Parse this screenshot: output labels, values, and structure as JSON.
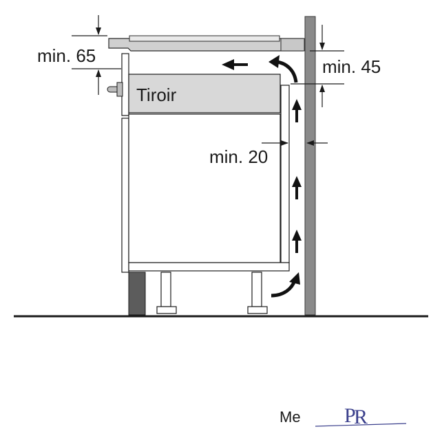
{
  "labels": {
    "min_top": "min. 65",
    "min_right": "min. 45",
    "min_gap": "min. 20",
    "drawer": "Tiroir"
  },
  "logo_text": "Me",
  "colors": {
    "line": "#1a1a1a",
    "panel_grey": "#d8d8d8",
    "plinth_grey": "#5c5c5c",
    "wall_grey": "#8a8a8a",
    "logo_blue": "#3a3f8c"
  }
}
